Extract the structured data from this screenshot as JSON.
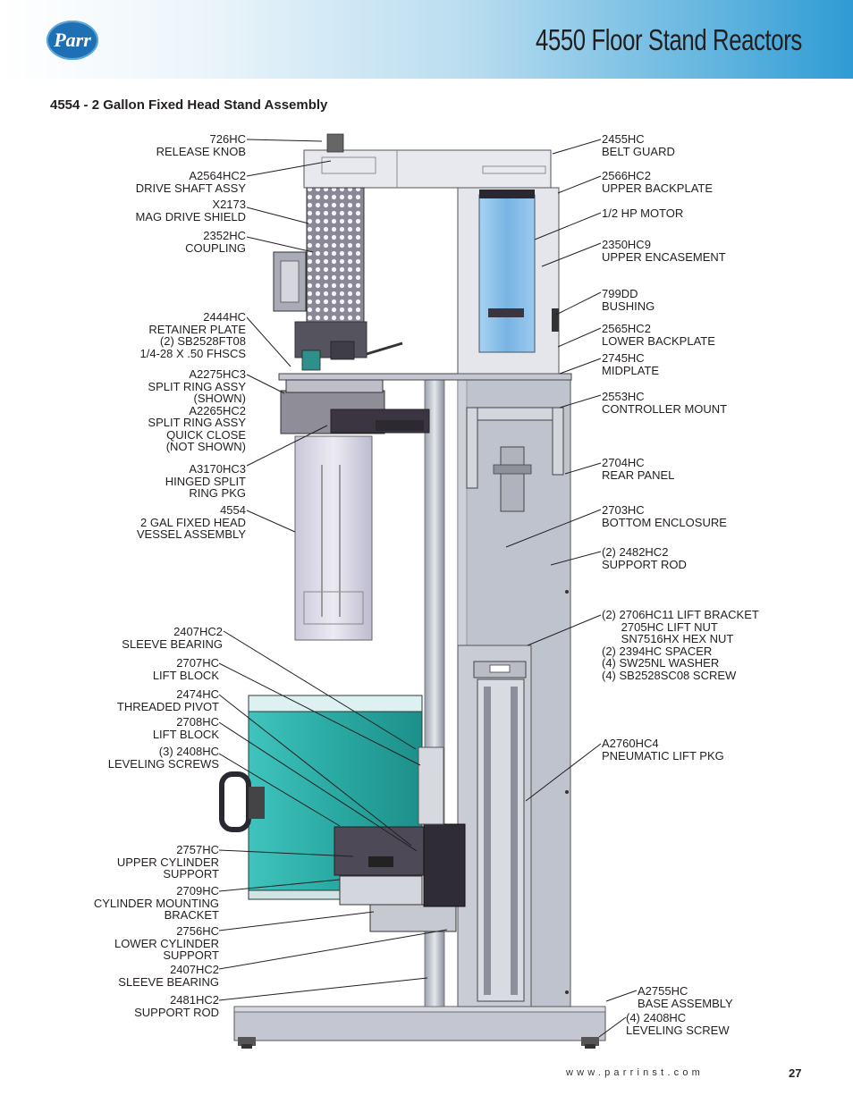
{
  "header": {
    "logo_text": "Parr",
    "title": "4550 Floor Stand Reactors"
  },
  "section_title": "4554 - 2 Gallon Fixed Head Stand Assembly",
  "labels_left": [
    "726HC\nRELEASE KNOB",
    "A2564HC2\nDRIVE SHAFT ASSY",
    "X2173\nMAG DRIVE SHIELD",
    "2352HC\nCOUPLING",
    "2444HC\nRETAINER PLATE\n(2) SB2528FT08\n1/4-28 X .50 FHSCS",
    "A2275HC3\nSPLIT RING ASSY\n(SHOWN)\nA2265HC2\nSPLIT RING ASSY\nQUICK CLOSE\n(NOT SHOWN)",
    "A3170HC3\nHINGED SPLIT\nRING PKG",
    "4554\n2 GAL FIXED HEAD\nVESSEL ASSEMBLY",
    "2407HC2\nSLEEVE BEARING",
    "2707HC\nLIFT BLOCK",
    "2474HC\nTHREADED PIVOT",
    "2708HC\nLIFT BLOCK",
    "(3) 2408HC\nLEVELING SCREWS",
    "2757HC\nUPPER CYLINDER\nSUPPORT",
    "2709HC\nCYLINDER MOUNTING\nBRACKET",
    "2756HC\nLOWER CYLINDER\nSUPPORT",
    "2407HC2\nSLEEVE BEARING",
    "2481HC2\nSUPPORT ROD"
  ],
  "labels_right": [
    "2455HC\nBELT GUARD",
    "2566HC2\nUPPER BACKPLATE",
    "1/2 HP MOTOR",
    "2350HC9\nUPPER ENCASEMENT",
    "799DD\nBUSHING",
    "2565HC2\nLOWER BACKPLATE",
    "2745HC\nMIDPLATE",
    "2553HC\nCONTROLLER MOUNT",
    "2704HC\nREAR PANEL",
    "2703HC\nBOTTOM ENCLOSURE",
    "(2) 2482HC2\nSUPPORT ROD",
    "(2) 2706HC11 LIFT BRACKET\n      2705HC LIFT NUT\n      SN7516HX HEX NUT\n(2) 2394HC SPACER\n(4) SW25NL WASHER\n(4) SB2528SC08 SCREW",
    "A2760HC4\nPNEUMATIC LIFT PKG",
    "A2755HC\nBASE ASSEMBLY",
    "(4) 2408HC\nLEVELING SCREW"
  ],
  "footer": {
    "url": "www.parrinst.com",
    "page": "27"
  },
  "colors": {
    "header_blue": "#2e9bd4",
    "vessel_teal": "#2bb3ad",
    "motor_blue": "#8fc3ea",
    "frame_grey": "#b8bcc8",
    "dark_part": "#3a3540"
  }
}
